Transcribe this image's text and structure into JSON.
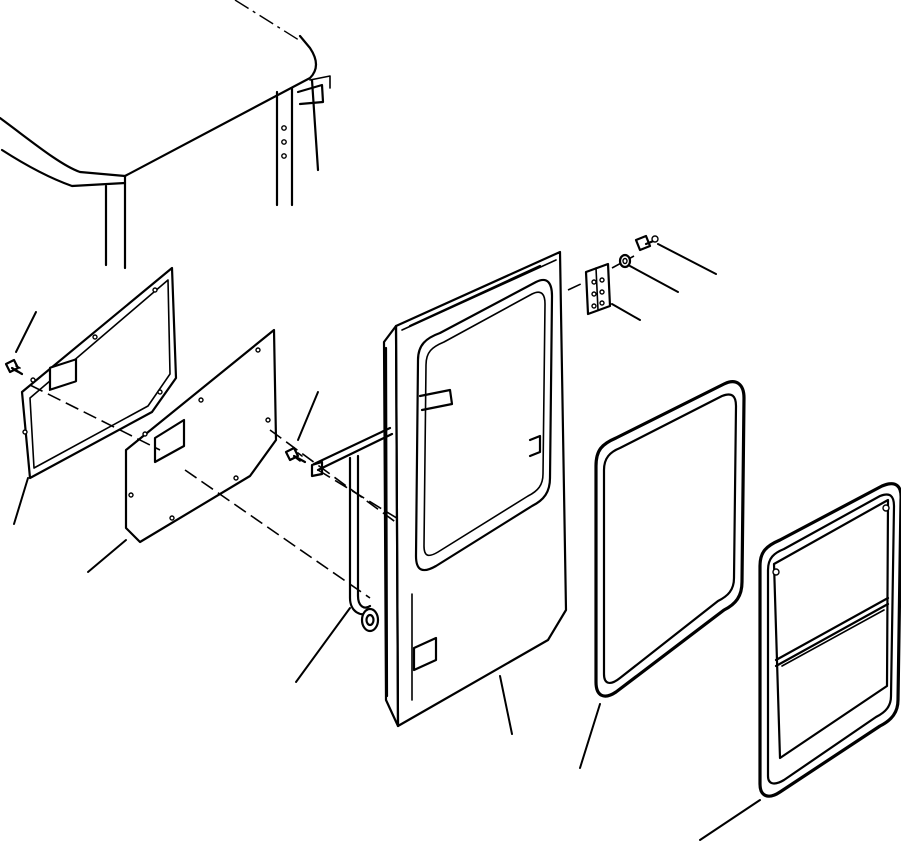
{
  "diagram": {
    "type": "exploded-parts-view",
    "line_color": "#000000",
    "background_color": "#ffffff",
    "parts": [
      "cab-body",
      "door-lining-inner",
      "door-lining-outer",
      "lining-bolt",
      "handle-bolt",
      "door-handle-rod",
      "cab-door",
      "door-hinge",
      "hinge-washer",
      "hinge-bolt",
      "window-seal",
      "door-window-glass"
    ]
  }
}
